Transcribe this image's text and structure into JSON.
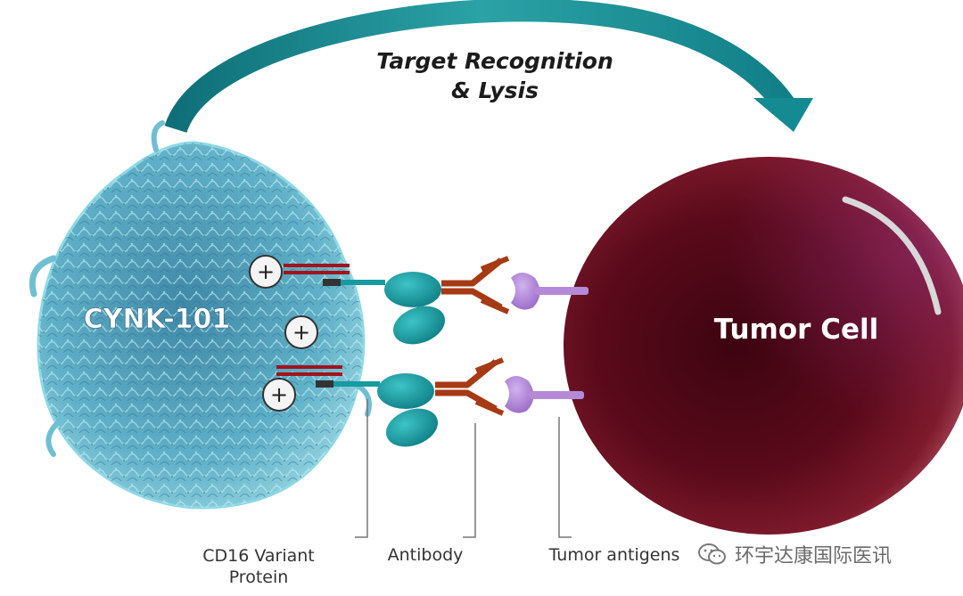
{
  "diagram": {
    "arrow_title_line1": "Target Recognition",
    "arrow_title_line2": "& Lysis",
    "nk_cell_label": "CYNK-101",
    "tumor_cell_label": "Tumor Cell",
    "charge_symbol": "+",
    "labels": {
      "cd16_line1": "CD16 Variant",
      "cd16_line2": "Protein",
      "antibody": "Antibody",
      "tumor_antigens": "Tumor antigens"
    },
    "colors": {
      "arrow": "#1a8f95",
      "nk_cell": "#5fb0c8",
      "tumor_cell": "#6e1020",
      "antibody_fc": "#179aa0",
      "antibody_fab": "#a63a14",
      "antigen": "#b48ad8",
      "receptor_red": "#a3131c"
    }
  },
  "watermark": {
    "text": "环宇达康国际医讯"
  }
}
